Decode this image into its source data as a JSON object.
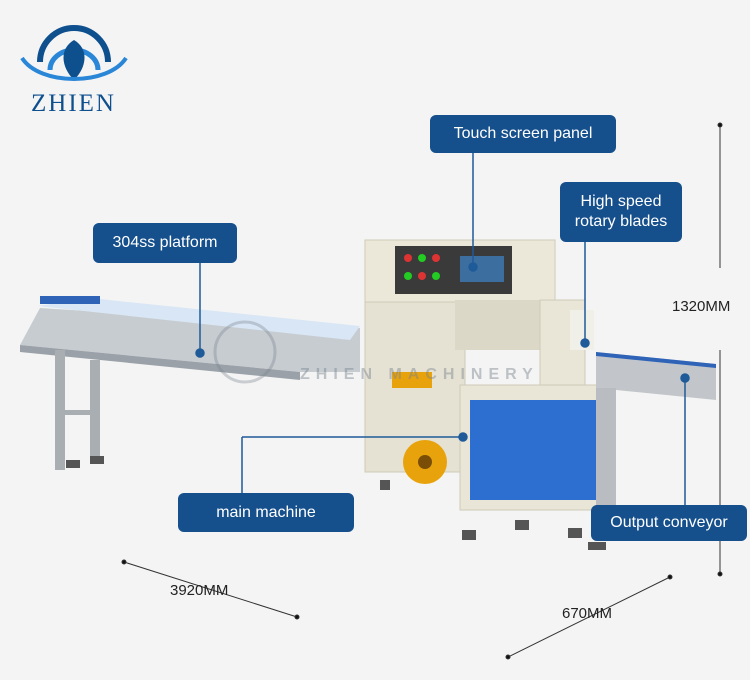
{
  "brand": {
    "name": "ZHIEN",
    "color": "#0e4f8e"
  },
  "callouts": {
    "touch_screen": "Touch screen panel",
    "blades_line1": "High speed",
    "blades_line2": "rotary blades",
    "platform": "304ss platform",
    "main_machine": "main machine",
    "output_conveyor": "Output conveyor"
  },
  "dimensions": {
    "height": "1320MM",
    "length": "3920MM",
    "width": "670MM"
  },
  "watermark": "ZHIEN MACHINERY",
  "colors": {
    "callout_bg": "#154f8c",
    "machine_body": "#e9e6d8",
    "machine_blue": "#2d6fd0",
    "steel": "#b8bcc0",
    "film": "#e8a20c"
  }
}
